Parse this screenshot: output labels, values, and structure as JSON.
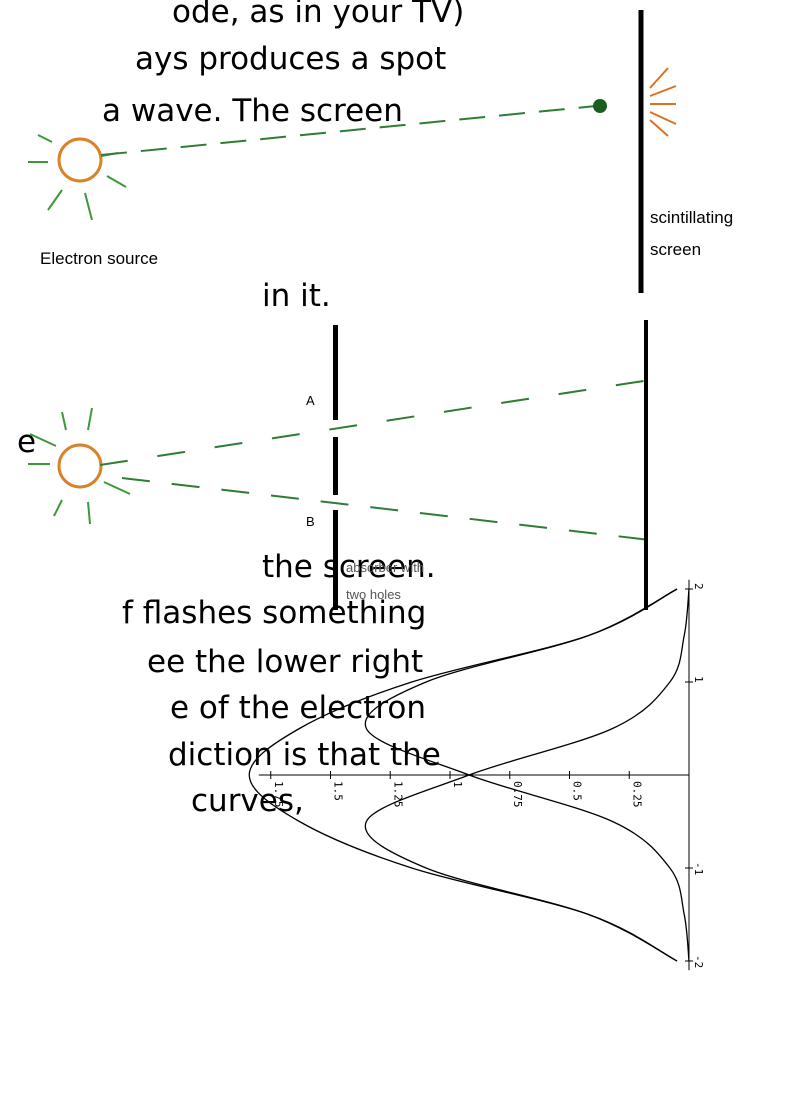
{
  "text_lines": [
    "ode, as in your TV)",
    "ays produces a spot",
    "a wave.  The screen",
    "in it.",
    "e",
    "the screen.",
    "f flashes something",
    "ee the lower right",
    "e of the electron",
    "diction is that the",
    "curves,"
  ],
  "labels": {
    "electron_source": "Electron source",
    "screen_line1": "scintillating",
    "screen_line2": "screen",
    "hole_a": "A",
    "hole_b": "B",
    "absorber_line1": "absorber with",
    "absorber_line2": "two holes"
  },
  "colors": {
    "source": "#d9822b",
    "rays": "#3a9a3a",
    "beam": "#2e7d32",
    "dot": "#1b5e20",
    "flash": "#e07020"
  },
  "chart_data": {
    "type": "line",
    "orientation": "rotated: position on vertical axis, intensity on horizontal axis increasing to the left",
    "x_tick_labels": [
      "1.75",
      "1.5",
      "1.25",
      "1",
      "0.75",
      "0.5",
      "0.25"
    ],
    "x_ticks": [
      1.75,
      1.5,
      1.25,
      1,
      0.75,
      0.5,
      0.25
    ],
    "y_tick_labels": [
      "2",
      "1",
      "-1",
      "-2"
    ],
    "y_ticks": [
      2,
      1,
      -1,
      -2
    ],
    "xlim": [
      0,
      1.8
    ],
    "ylim": [
      -2.1,
      2.1
    ],
    "series": [
      {
        "formula": "sum",
        "points": [
          [
            -2,
            0.05
          ],
          [
            -1.5,
            0.42
          ],
          [
            -1,
            1.16
          ],
          [
            -0.5,
            1.63
          ],
          [
            0,
            1.84
          ],
          [
            0.5,
            1.63
          ],
          [
            1,
            1.16
          ],
          [
            1.5,
            0.42
          ],
          [
            2,
            0.05
          ]
        ]
      },
      {
        "formula": "upper",
        "points": [
          [
            -2,
            0.0
          ],
          [
            -1.5,
            0.02
          ],
          [
            -1,
            0.08
          ],
          [
            -0.5,
            0.32
          ],
          [
            0,
            0.92
          ],
          [
            0.5,
            1.35
          ],
          [
            1,
            1.1
          ],
          [
            1.5,
            0.42
          ],
          [
            2,
            0.05
          ]
        ]
      },
      {
        "formula": "lower",
        "points": [
          [
            -2,
            0.05
          ],
          [
            -1.5,
            0.42
          ],
          [
            -1,
            1.1
          ],
          [
            -0.5,
            1.35
          ],
          [
            0,
            0.92
          ],
          [
            0.5,
            0.32
          ],
          [
            1,
            0.08
          ],
          [
            1.5,
            0.02
          ],
          [
            2,
            0.0
          ]
        ]
      }
    ]
  }
}
